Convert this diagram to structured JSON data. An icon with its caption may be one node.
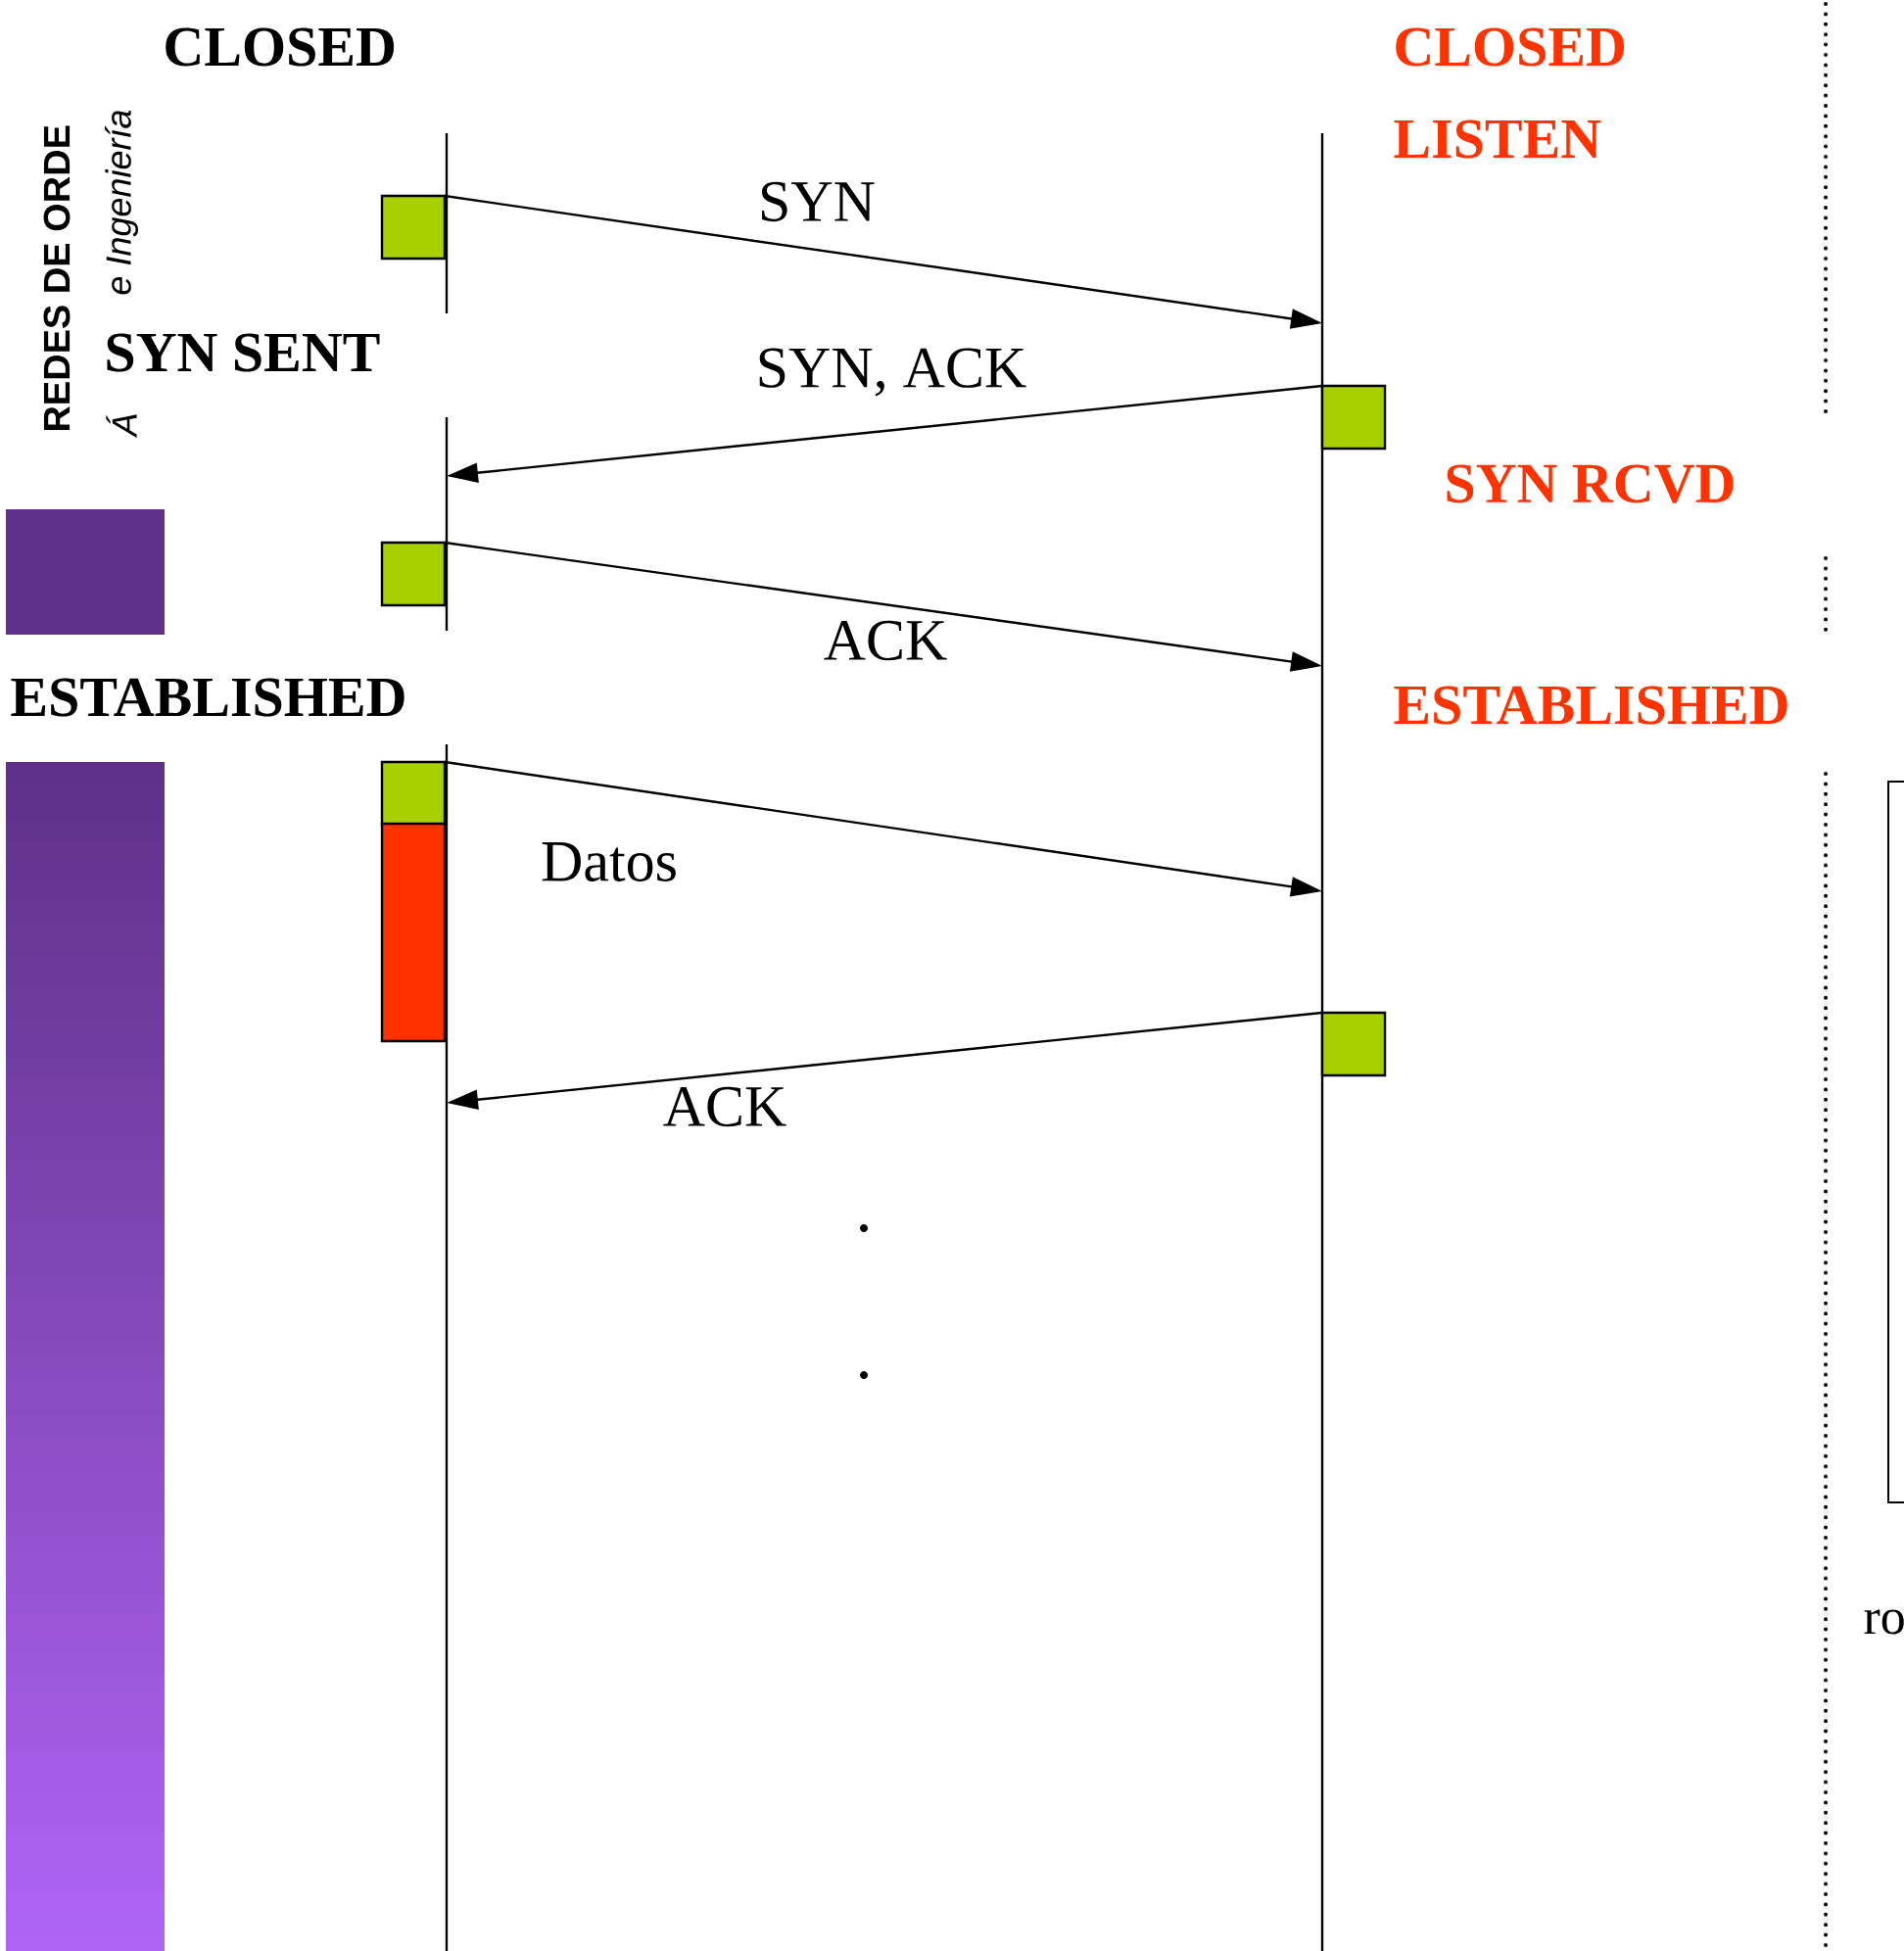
{
  "diagram": {
    "nodes": [
      {
        "text": [],
        "shape": "box"
      },
      {
        "text": [],
        "shape": "box"
      },
      {
        "text": [],
        "shape": "box"
      },
      {
        "text": [],
        "shape": "box"
      },
      {
        "text": [],
        "shape": "bar"
      },
      {
        "text": [],
        "shape": "box"
      }
    ],
    "edges": [
      {
        "from": 0,
        "to": null,
        "arrow": "to",
        "label": "SYN"
      },
      {
        "from": 1,
        "to": null,
        "arrow": "to",
        "label": "SYN, ACK"
      },
      {
        "from": 2,
        "to": null,
        "arrow": "to",
        "label": "ACK"
      },
      {
        "from": 3,
        "to": null,
        "arrow": "to",
        "label": "Datos"
      },
      {
        "from": 5,
        "to": null,
        "arrow": "to",
        "label": "ACK"
      }
    ],
    "labels": [
      "REDES DE ORDE",
      "Á",
      "e Ingeniería",
      "CLOSED",
      "CLOSED",
      "LISTEN",
      "SYN SENT",
      "SYN RCVD",
      "ESTABLISHED",
      "ESTABLISHED",
      "ro"
    ]
  }
}
